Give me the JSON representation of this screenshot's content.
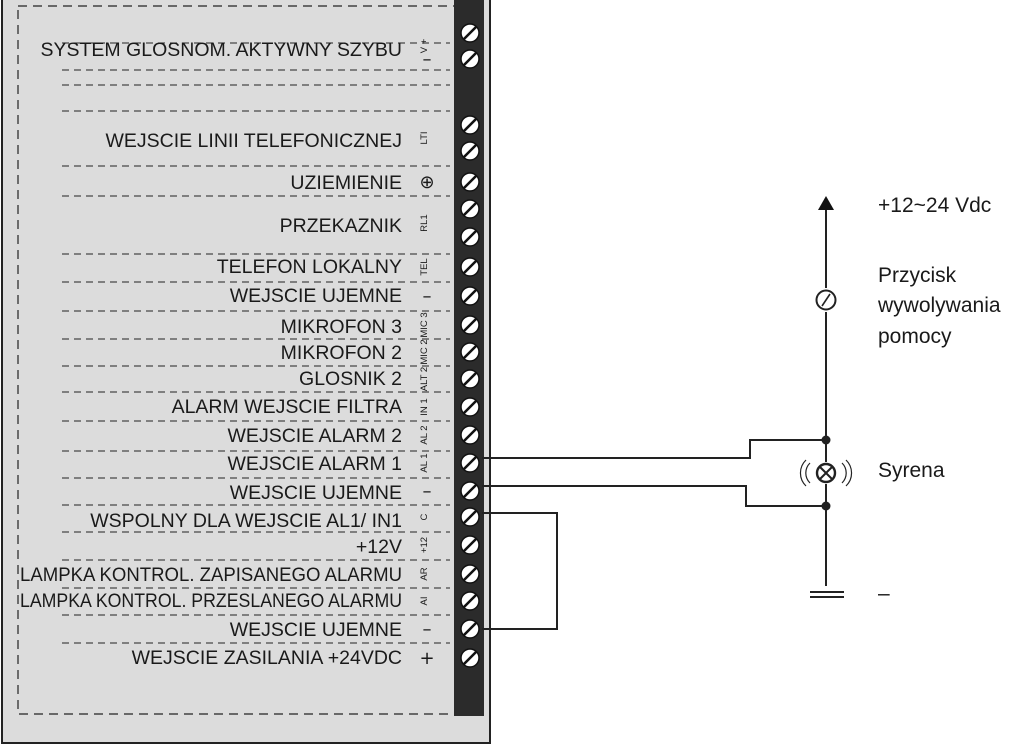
{
  "terminals": [
    {
      "label": "SYSTEM GLOSNOM. AKTYWNY SZYBU",
      "code": "V +",
      "symbol": "–",
      "screw_count": 2
    },
    {
      "label": "WEJSCIE LINII TELEFONICZNEJ",
      "code": "LTI",
      "symbol": "",
      "screw_count": 2
    },
    {
      "label": "UZIEMIENIE",
      "code": "",
      "symbol": "⊕",
      "screw_count": 1
    },
    {
      "label": "PRZEKAZNIK",
      "code": "RL1",
      "symbol": "",
      "screw_count": 2
    },
    {
      "label": "TELEFON LOKALNY",
      "code": "TEL",
      "symbol": "",
      "screw_count": 1
    },
    {
      "label": "WEJSCIE UJEMNE",
      "code": "",
      "symbol": "–",
      "screw_count": 1
    },
    {
      "label": "MIKROFON 3",
      "code": "MIC 3",
      "symbol": "",
      "screw_count": 1
    },
    {
      "label": "MIKROFON 2",
      "code": "MIC 2",
      "symbol": "",
      "screw_count": 1
    },
    {
      "label": "GLOSNIK 2",
      "code": "ALT 2",
      "symbol": "",
      "screw_count": 1
    },
    {
      "label": "ALARM WEJSCIE FILTRA",
      "code": "IN 1",
      "symbol": "",
      "screw_count": 1
    },
    {
      "label": "WEJSCIE ALARM 2",
      "code": "AL 2",
      "symbol": "",
      "screw_count": 1
    },
    {
      "label": "WEJSCIE ALARM 1",
      "code": "AL 1",
      "symbol": "",
      "screw_count": 1
    },
    {
      "label": "WEJSCIE UJEMNE",
      "code": "",
      "symbol": "–",
      "screw_count": 1
    },
    {
      "label": "WSPOLNY DLA WEJSCIE AL1/ IN1",
      "code": "C",
      "symbol": "",
      "screw_count": 1
    },
    {
      "label": "+12V",
      "code": "+12",
      "symbol": "",
      "screw_count": 1
    },
    {
      "label": "LAMPKA KONTROL. ZAPISANEGO ALARMU",
      "code": "AR",
      "symbol": "",
      "screw_count": 1
    },
    {
      "label": "LAMPKA KONTROL. PRZESLANEGO ALARMU",
      "code": "AI",
      "symbol": "",
      "screw_count": 1
    },
    {
      "label": "WEJSCIE UJEMNE",
      "code": "",
      "symbol": "–",
      "screw_count": 1
    },
    {
      "label": "WEJSCIE ZASILANIA +24VDC",
      "code": "",
      "symbol": "+",
      "screw_count": 1
    }
  ],
  "external": {
    "supply_label": "+12~24 Vdc",
    "button_label": [
      "Przycisk",
      "wywolywania",
      "pomocy"
    ],
    "siren_label": "Syrena",
    "ground_label": "–"
  },
  "colors": {
    "panel_fill": "#dcdcdc",
    "terminal_strip": "#2b2b2b",
    "line": "#222222",
    "text": "#1a1a1a"
  }
}
